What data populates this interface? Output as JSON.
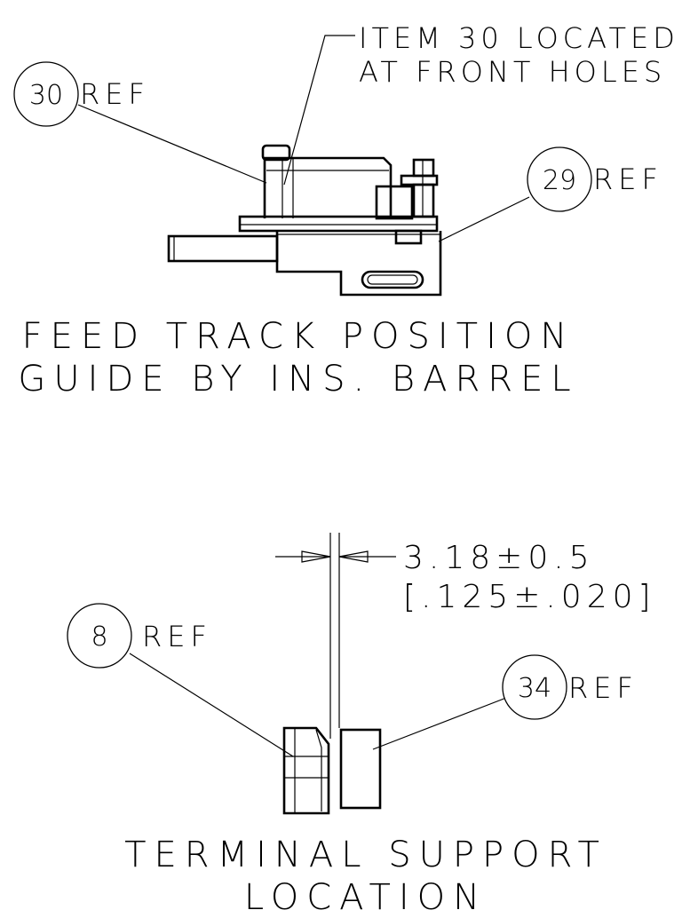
{
  "top_view": {
    "note_line1": "ITEM 30 LOCATED",
    "note_line2": "AT FRONT HOLES",
    "balloon_30": "30",
    "balloon_30_ref": "REF",
    "balloon_29": "29",
    "balloon_29_ref": "REF",
    "caption_line1": "FEED TRACK POSITION",
    "caption_line2": "GUIDE BY INS. BARREL"
  },
  "bottom_view": {
    "dimension_metric": "3.18±0.5",
    "dimension_inch": "[.125±.020]",
    "balloon_8": "8",
    "balloon_8_ref": "REF",
    "balloon_34": "34",
    "balloon_34_ref": "REF",
    "caption_line1": "TERMINAL SUPPORT",
    "caption_line2": "LOCATION"
  },
  "colors": {
    "ink": "#000000",
    "paper": "#ffffff"
  }
}
